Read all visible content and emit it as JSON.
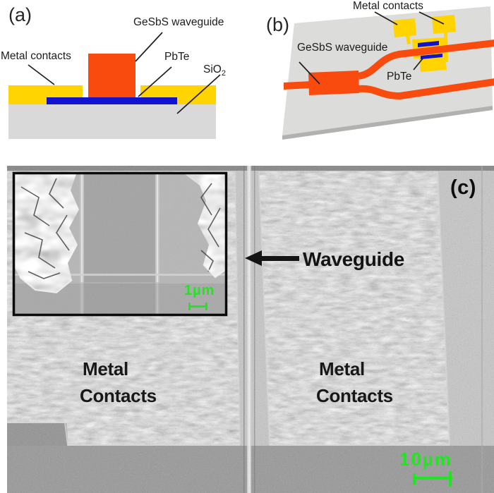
{
  "palette": {
    "orange": "#f84b0d",
    "yellow": "#ffd400",
    "blue": "#1213cf",
    "substrate_gray": "#d9d9d9",
    "plate_gray": "#dcdcda",
    "plate_side": "#b1b1af",
    "green": "#22e522",
    "annotation_ink": "#1f1f1f"
  },
  "panel_a": {
    "tag": "(a)",
    "labels": {
      "waveguide": "GeSbS waveguide",
      "metal_contacts": "Metal contacts",
      "pbte": "PbTe",
      "sio2_main": "SiO",
      "sio2_sub": "2"
    }
  },
  "panel_b": {
    "tag": "(b)",
    "labels": {
      "metal_contacts": "Metal contacts",
      "waveguide": "GeSbS waveguide",
      "pbte": "PbTe"
    }
  },
  "panel_c": {
    "tag": "(c)",
    "waveguide_label": "Waveguide",
    "left_contact": {
      "line1": "Metal",
      "line2": "Contacts"
    },
    "right_contact": {
      "line1": "Metal",
      "line2": "Contacts"
    },
    "scalebar_label": "10µm",
    "inset": {
      "scalebar_label": "1µm"
    }
  }
}
